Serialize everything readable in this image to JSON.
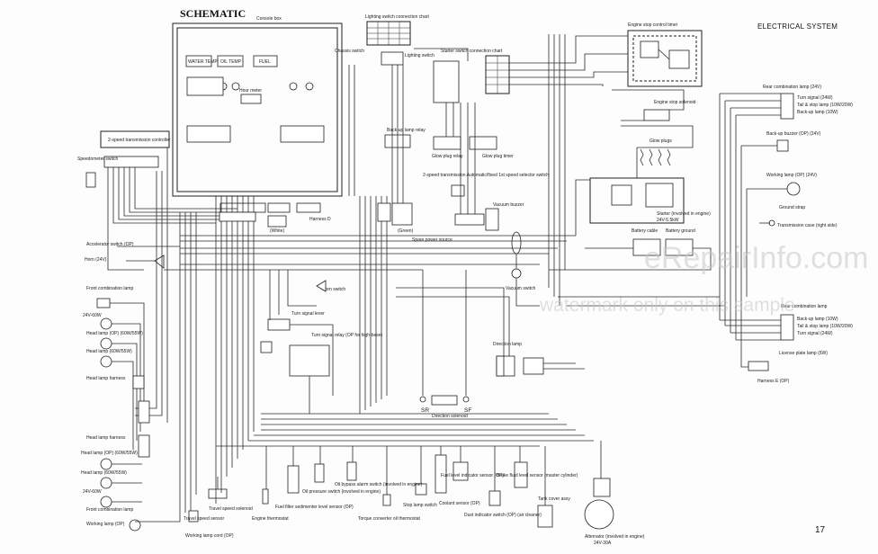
{
  "header": {
    "title": "SCHEMATIC",
    "section": "ELECTRICAL SYSTEM",
    "page_number": "17"
  },
  "watermark": {
    "site": "eRepairInfo.com",
    "note": "watermark only on this sample"
  },
  "labels": {
    "console_box": "Console box",
    "lighting_chart": "Lighting switch connection chart",
    "chassis_switch": "Chassis switch",
    "lighting_switch": "Lighting switch",
    "starter_switch_chart": "Starter switch connection chart",
    "engine_stop_control_timer": "Engine stop control timer",
    "engine_stop_solenoid": "Engine stop solenoid",
    "water_temp": "WATER TEMP",
    "oil_temp": "OIL TEMP",
    "fuel": "FUEL",
    "hour_meter": "Hour meter",
    "backup_lamp_relay": "Back-up lamp relay",
    "glow_plug_relay": "Glow plug relay",
    "glow_plug_timer": "Glow plug timer",
    "glow_plugs": "Glow plugs",
    "transmission_controller": "2-speed transmission controller",
    "speedometer_switch": "Speedometer switch",
    "accelerator_switch": "Accelerator switch (OP)",
    "horn": "Horn (24V)",
    "front_combination_lamp_top": "Front combination lamp",
    "lamp_24v_60w_top": "24V-60W",
    "head_lamp_op_top": "Head lamp (OP) (60W/55W)",
    "head_lamp_top": "Head lamp (60W/55W)",
    "head_lamp_harness_top": "Head lamp harness",
    "head_lamp_harness_bottom": "Head lamp harness",
    "head_lamp_op_bottom": "Head lamp (OP) (60W/55W)",
    "head_lamp_bottom": "Head lamp (60W/55W)",
    "lamp_24v_60w_bottom": "24V-60W",
    "front_combination_lamp_bottom": "Front combination lamp",
    "working_lamp_op": "Working lamp (OP)",
    "working_lamp_cord": "Working lamp cord (OP)",
    "harness_d": "Harness D",
    "white": "(White)",
    "green": "(Green)",
    "spare_power_source": "Spare power source",
    "transmission_selector": "2-speed transmission Automatic/fixed 1st speed selector switch",
    "vacuum_buzzer": "Vacuum buzzer",
    "vacuum_switch": "Vacuum switch",
    "horn_switch": "Horn switch",
    "turn_signal_lever": "Turn signal lever",
    "turn_signal_relay": "Turn signal relay (OP for high-base)",
    "direction_lamp": "Direction lamp",
    "direction_solenoid": "Direction solenoid",
    "sr": "SR",
    "sf": "SF",
    "battery_cable": "Battery cable",
    "battery_ground": "Battery ground",
    "starter": "Starter (involved in engine)",
    "starter_rating": "24V-5.5kW",
    "rear_combination_lamp_top": "Rear combination lamp (24V)",
    "turn_signal_top": "Turn signal (24W)",
    "tail_stop_top": "Tail & stop lamp (10W/20W)",
    "backup_lamp_top": "Back-up lamp (10W)",
    "backup_buzzer": "Back-up buzzer (OP) (24V)",
    "working_lamp_rear": "Working lamp (OP) (24V)",
    "ground_strap": "Ground strap",
    "transmission_case": "Transmission case (right side)",
    "rear_combination_lamp_bottom": "Rear combination lamp",
    "backup_lamp_bottom": "Back-up lamp (10W)",
    "tail_stop_bottom": "Tail & stop lamp (10W/20W)",
    "turn_signal_bottom": "Turn signal (24W)",
    "license_plate_lamp": "License plate lamp (5W)",
    "harness_e": "Harness E (OP)",
    "travel_speed_sensor": "Travel speed sensor",
    "travel_speed_solenoid": "Travel speed solenoid",
    "engine_thermostat": "Engine thermostat",
    "fuel_filter_sedimenter": "Fuel filter sedimenter level sensor (OP)",
    "oil_pressure_switch": "Oil pressure switch (involved in engine)",
    "oil_bypass_alarm": "Oil bypass alarm switch (involved in engine)",
    "torque_converter_thermostat": "Torque converter oil thermostat",
    "stop_lamp_switch": "Stop lamp switch",
    "fuel_level_sensor": "Fuel level indicator sensor (OP)",
    "coolant_sensor": "Coolant sensor (OP)",
    "dust_indicator": "Dust indicator switch (OP) (air cleaner)",
    "brake_fluid_sensor": "Brake fluid level sensor (master cylinder)",
    "tank_cover_assy": "Tank cover assy",
    "alternator": "Alternator (involved in engine)",
    "alternator_rating": "24V-30A"
  }
}
